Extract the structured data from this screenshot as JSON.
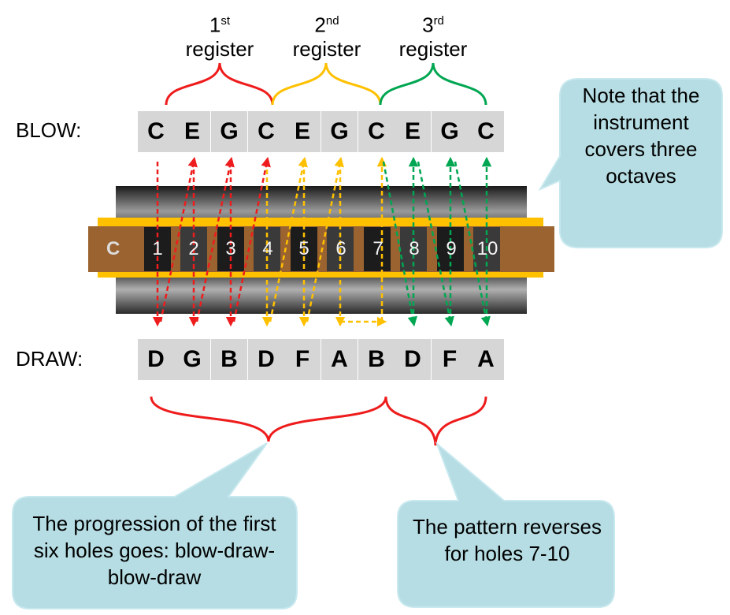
{
  "registers": [
    {
      "num": "1",
      "suffix": "st",
      "word": "register"
    },
    {
      "num": "2",
      "suffix": "nd",
      "word": "register"
    },
    {
      "num": "3",
      "suffix": "rd",
      "word": "register"
    }
  ],
  "row_labels": {
    "blow": "BLOW:",
    "draw": "DRAW:"
  },
  "blow_notes": [
    "C",
    "E",
    "G",
    "C",
    "E",
    "G",
    "C",
    "E",
    "G",
    "C"
  ],
  "draw_notes": [
    "D",
    "G",
    "B",
    "D",
    "F",
    "A",
    "B",
    "D",
    "F",
    "A"
  ],
  "harmonica": {
    "key": "C",
    "holes": [
      "1",
      "2",
      "3",
      "4",
      "5",
      "6",
      "7",
      "8",
      "9",
      "10"
    ]
  },
  "callouts": {
    "octaves": "Note that the instrument covers three octaves",
    "progression": "The progression of the first six holes goes: blow-draw-blow-draw",
    "pattern": "The pattern reverses for holes 7-10"
  },
  "colors": {
    "register1": "#ee1c1c",
    "register2": "#ffc000",
    "register3": "#00a651",
    "callout_fill": "#b6dde3",
    "wood": "#9a6330",
    "gold": "#ffc000"
  }
}
